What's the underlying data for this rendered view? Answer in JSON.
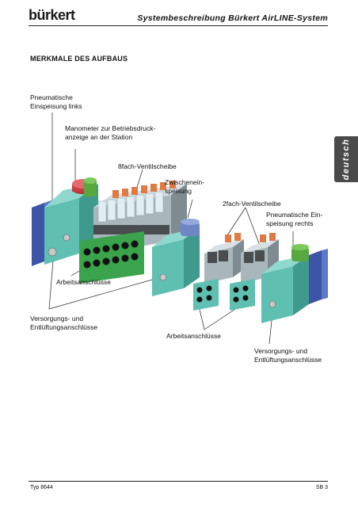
{
  "header": {
    "logo": "bürkert",
    "title": "Systembeschreibung Bürkert AirLINE-System"
  },
  "section_title": "MERKMALE DES AUFBAUS",
  "language_tab": "deutsch",
  "labels": {
    "pneumatic_left": [
      "Pneumatische",
      "Einspeisung links"
    ],
    "manometer": [
      "Manometer zur Betriebsdruck-",
      "anzeige an der Station"
    ],
    "valve_8": "8fach-Ventilscheibe",
    "intermediate": [
      "Zwischenein-",
      "speisung"
    ],
    "valve_2": "2fach-Ventilscheibe",
    "pneumatic_right": [
      "Pneumatische Ein-",
      "speisung rechts"
    ],
    "work_ports_left": "Arbeitsanschlüsse",
    "supply_left": [
      "Versorgungs- und",
      "Entlüftungsanschlüsse"
    ],
    "work_ports_mid": "Arbeitsanschlüsse",
    "supply_right": [
      "Versorgungs- und",
      "Entlüftungsanschlüsse"
    ]
  },
  "footer": {
    "left": "Typ 8644",
    "right": "SB 3"
  }
}
